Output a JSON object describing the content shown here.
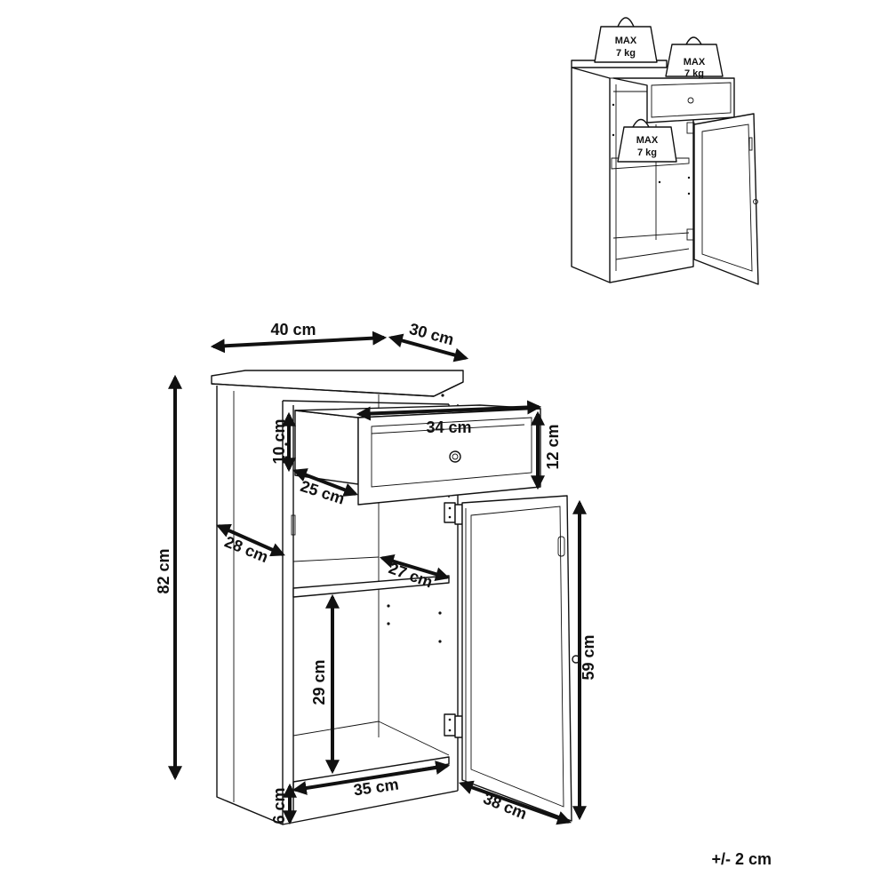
{
  "thumbnail": {
    "weights": [
      {
        "line1": "MAX",
        "line2": "7 kg"
      },
      {
        "line1": "MAX",
        "line2": "7 kg"
      },
      {
        "line1": "MAX",
        "line2": "7 kg"
      }
    ]
  },
  "dimensions": {
    "width": "40 cm",
    "depth": "30 cm",
    "height": "82 cm",
    "drawer_width": "34 cm",
    "drawer_height_inner": "10 cm",
    "drawer_front_height": "12 cm",
    "drawer_depth": "25 cm",
    "side_depth": "28 cm",
    "shelf_depth": "27 cm",
    "door_height": "59 cm",
    "inner_height": "29 cm",
    "inner_width": "35 cm",
    "door_width": "38 cm",
    "base_height": "6 cm"
  },
  "tolerance": "+/- 2 cm"
}
